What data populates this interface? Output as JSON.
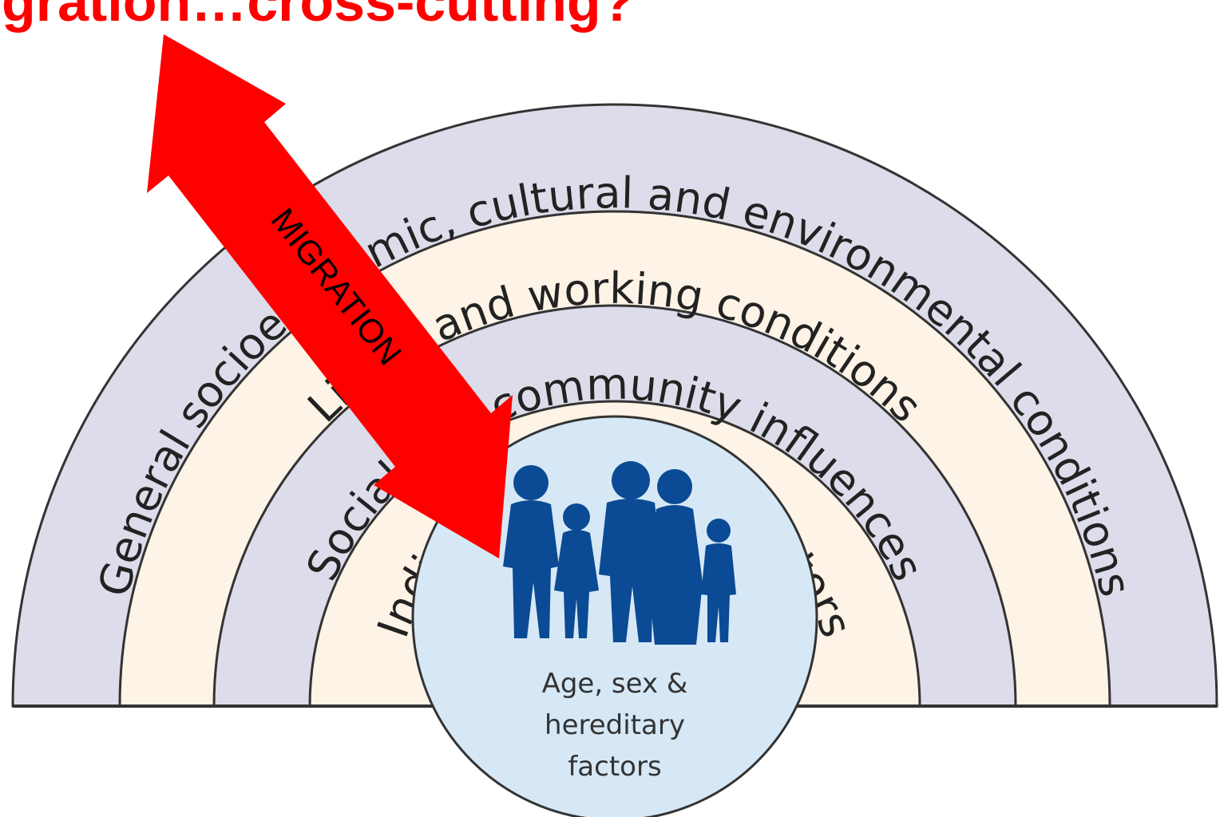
{
  "banner": {
    "text": "gration…cross-cutting?",
    "color": "#ff0000"
  },
  "layers": [
    {
      "label": "General socioeconomic, cultural and environmental conditions",
      "fill": "#dcdcea"
    },
    {
      "label": "Living and working conditions",
      "fill": "#fdf3e6"
    },
    {
      "label": "Social and community influences",
      "fill": "#dcdcea"
    },
    {
      "label": "Individual lifestyle factors",
      "fill": "#fdf3e6"
    }
  ],
  "core": {
    "fill": "#d6e8f6",
    "lines": [
      "Age, sex &",
      "hereditary",
      "factors"
    ],
    "figure_icon": "family-silhouette-icon",
    "figure_color": "#0b4a94"
  },
  "arrow": {
    "label": "MIGRATION",
    "color": "#ff0000",
    "icon": "double-headed-arrow-icon"
  }
}
